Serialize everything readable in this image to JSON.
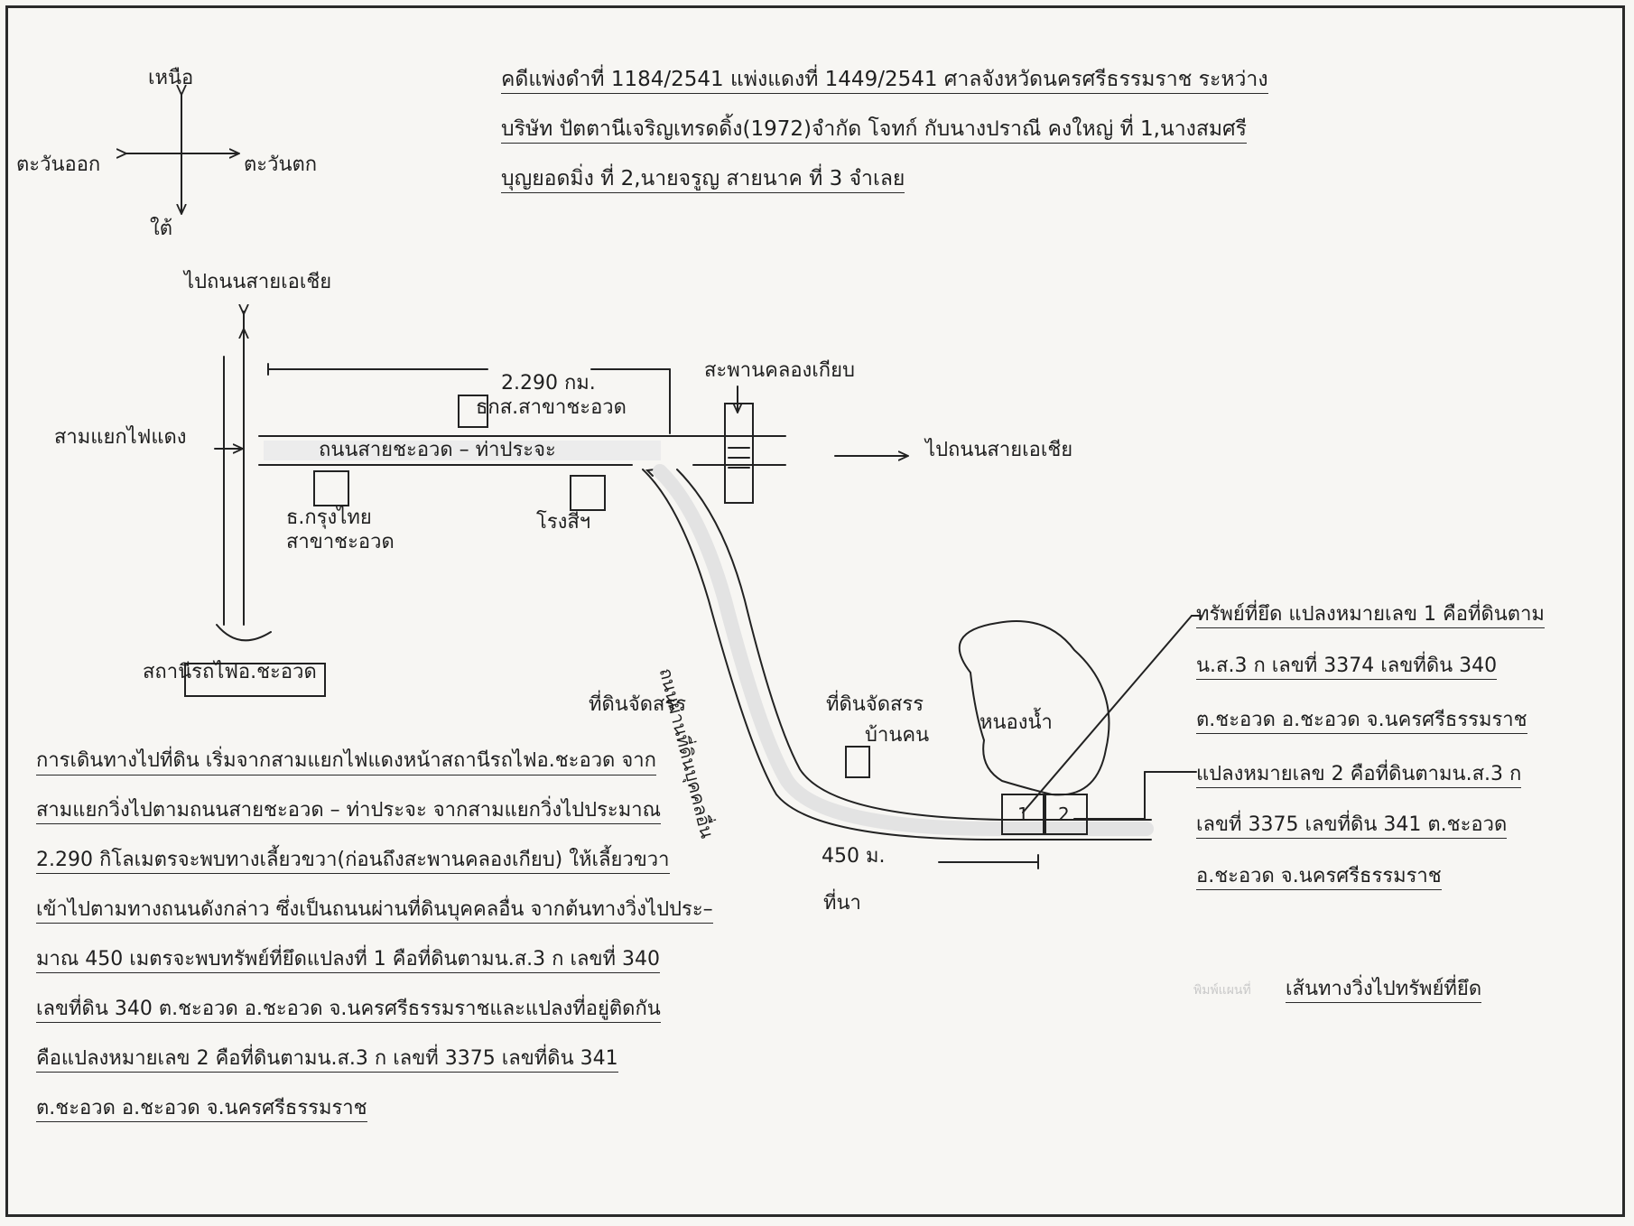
{
  "header": {
    "lines": [
      "คดีแพ่งดำที่ 1184/2541 แพ่งแดงที่ 1449/2541 ศาลจังหวัดนครศรีธรรมราช ระหว่าง",
      "บริษัท ปัตตานีเจริญเทรดดิ้ง(1972)จำกัด โจทก์ กับนางปราณี คงใหญ่ ที่ 1,นางสมศรี",
      "บุญยอดมิ่ง ที่ 2,นายจรูญ สายนาค ที่ 3 จำเลย"
    ]
  },
  "compass": {
    "north": "เหนือ",
    "south": "ใต้",
    "east": "ตะวันออก",
    "west": "ตะวันตก"
  },
  "map": {
    "to_asia_highway_top": "ไปถนนสายเอเชีย",
    "to_asia_highway_right": "ไปถนนสายเอเชีย",
    "junction": "สามแยกไฟแดง",
    "distance_main": "2.290 กม.",
    "baac_branch": "ธกส.สาขาชะอวด",
    "bridge": "สะพานคลองเกียบ",
    "main_road": "ถนนสายชะอวด – ท่าประจะ",
    "ktb_bank_line1": "ธ.กรุงไทย",
    "ktb_bank_line2": "สาขาชะอวด",
    "mill": "โรงสีฯ",
    "side_road": "ถนนผ่านที่ดินบุคคลอื่น",
    "station": "สถานีรถไฟอ.ชะอวด",
    "allocated_land_left": "ที่ดินจัดสรร",
    "allocated_land_right": "ที่ดินจัดสรร",
    "house": "บ้านคน",
    "pond": "หนองน้ำ",
    "plot1": "1",
    "plot2": "2",
    "distance_side": "450 ม.",
    "rice_field": "ที่นา"
  },
  "directions": {
    "lines": [
      {
        "lead": "การเดินทางไปที่ดิน",
        "text": " เริ่มจากสามแยกไฟแดงหน้าสถานีรถไฟอ.ชะอวด จาก"
      },
      {
        "lead": "",
        "text": "สามแยกวิ่งไปตามถนนสายชะอวด – ท่าประจะ จากสามแยกวิ่งไปประมาณ"
      },
      {
        "lead": "",
        "text": "2.290 กิโลเมตรจะพบทางเลี้ยวขวา(ก่อนถึงสะพานคลองเกียบ) ให้เลี้ยวขวา"
      },
      {
        "lead": "",
        "text": "เข้าไปตามทางถนนดังกล่าว ซึ่งเป็นถนนผ่านที่ดินบุคคลอื่น จากต้นทางวิ่งไปประ–"
      },
      {
        "lead": "",
        "text": "มาณ 450 เมตรจะพบทรัพย์ที่ยึดแปลงที่ 1 คือที่ดินตามน.ส.3 ก เลขที่ 340"
      },
      {
        "lead": "",
        "text": "เลขที่ดิน 340 ต.ชะอวด อ.ชะอวด จ.นครศรีธรรมราชและแปลงที่อยู่ติดกัน"
      },
      {
        "lead": "",
        "text": "คือแปลงหมายเลข 2 คือที่ดินตามน.ส.3 ก เลขที่ 3375 เลขที่ดิน 341"
      },
      {
        "lead": "",
        "text": "ต.ชะอวด อ.ชะอวด จ.นครศรีธรรมราช"
      }
    ]
  },
  "seized_note": {
    "lines": [
      "ทรัพย์ที่ยึด แปลงหมายเลข 1 คือที่ดินตาม",
      "น.ส.3 ก เลขที่ 3374 เลขที่ดิน 340",
      "ต.ชะอวด อ.ชะอวด จ.นครศรีธรรมราช",
      "แปลงหมายเลข 2 คือที่ดินตามน.ส.3 ก",
      "เลขที่ 3375 เลขที่ดิน 341 ต.ชะอวด",
      "อ.ชะอวด จ.นครศรีธรรมราช"
    ]
  },
  "footer": {
    "stamp": "พิมพ์แผนที่",
    "route_label": "เส้นทางวิ่งไปทรัพย์ที่ยึด"
  }
}
